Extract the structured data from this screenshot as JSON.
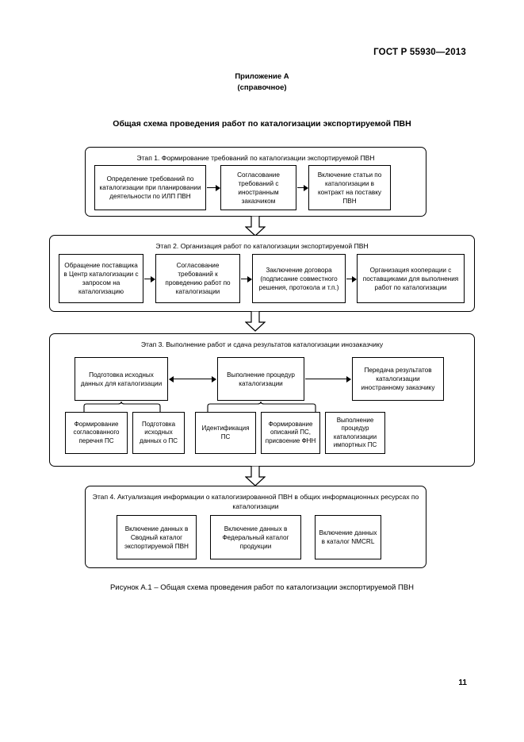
{
  "header": {
    "standard": "ГОСТ Р 55930—2013",
    "page_number": "11"
  },
  "appendix": {
    "line1": "Приложение А",
    "line2": "(справочное)"
  },
  "figure": {
    "title": "Общая схема проведения работ по каталогизации экспортируемой ПВН",
    "caption": "Рисунок А.1 – Общая схема проведения работ по каталогизации экспортируемой ПВН"
  },
  "stages": [
    {
      "id": "stage-1",
      "title": "Этап 1. Формирование требований по каталогизации экспортируемой ПВН",
      "boxes": [
        {
          "id": "s1-b1",
          "text": "Определение требований по каталогизации при планировании деятельности по ИЛП ПВН"
        },
        {
          "id": "s1-b2",
          "text": "Согласование требований  с иностранным заказчиком"
        },
        {
          "id": "s1-b3",
          "text": "Включение статьи по каталогизации в контракт на поставку ПВН"
        }
      ]
    },
    {
      "id": "stage-2",
      "title": "Этап 2. Организация работ по каталогизации экспортируемой ПВН",
      "boxes": [
        {
          "id": "s2-b1",
          "text": "Обращение поставщика в Центр каталогизации с запросом на каталогизацию"
        },
        {
          "id": "s2-b2",
          "text": "Согласование требований к проведению работ по каталогизации"
        },
        {
          "id": "s2-b3",
          "text": "Заключение договора (подписание совместного решения, протокола и т.п.)"
        },
        {
          "id": "s2-b4",
          "text": "Организация кооперации с поставщиками для выполнения работ по каталогизации"
        }
      ]
    },
    {
      "id": "stage-3",
      "title": "Этап 3. Выполнение работ и сдача результатов каталогизации инозаказчику",
      "boxes": [
        {
          "id": "s3-b1",
          "text": "Подготовка исходных данных для каталогизации"
        },
        {
          "id": "s3-b2",
          "text": "Выполнение процедур каталогизации"
        },
        {
          "id": "s3-b3",
          "text": "Передача результатов каталогизации иностранному заказчику"
        }
      ],
      "subboxes": [
        {
          "id": "s3-sb1",
          "text": "Формирование согласованного перечня ПС"
        },
        {
          "id": "s3-sb2",
          "text": "Подготовка исходных данных о ПС"
        },
        {
          "id": "s3-sb3",
          "text": "Идентификация ПС"
        },
        {
          "id": "s3-sb4",
          "text": "Формирование описаний ПС, присвоение ФНН"
        },
        {
          "id": "s3-sb5",
          "text": "Выполнение процедур каталогизации импортных ПС"
        }
      ]
    },
    {
      "id": "stage-4",
      "title": "Этап 4. Актуализация информации о каталогизированной ПВН в общих информационных ресурсах по каталогизации",
      "boxes": [
        {
          "id": "s4-b1",
          "text": "Включение данных в Сводный каталог экспортируемой ПВН"
        },
        {
          "id": "s4-b2",
          "text": "Включение данных в Федеральный  каталог продукции"
        },
        {
          "id": "s4-b3",
          "text": "Включение данных в каталог NMCRL"
        }
      ]
    }
  ]
}
